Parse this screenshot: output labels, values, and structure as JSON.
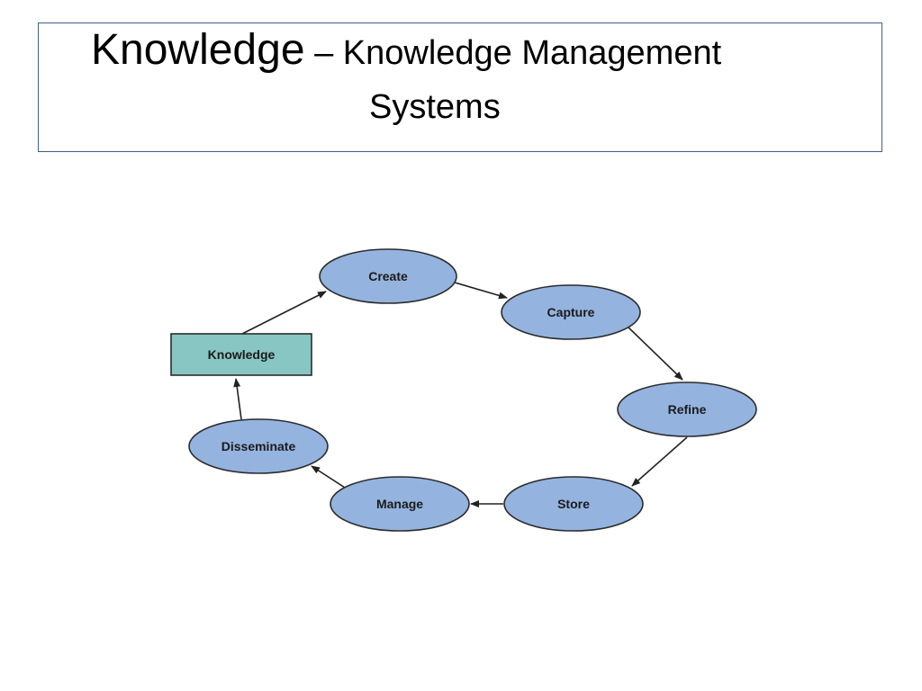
{
  "title": {
    "main": "Knowledge",
    "dash": " – ",
    "sub_line1": "Knowledge Management",
    "sub_line2": "Systems"
  },
  "colors": {
    "ellipse_fill": "#94b3df",
    "ellipse_stroke": "#2b2b2b",
    "box_fill": "#88c6c3",
    "arrow": "#222222",
    "title_border": "#3f5f86"
  },
  "diagram": {
    "nodes": [
      {
        "id": "knowledge",
        "label": "Knowledge",
        "shape": "rect"
      },
      {
        "id": "create",
        "label": "Create",
        "shape": "ellipse"
      },
      {
        "id": "capture",
        "label": "Capture",
        "shape": "ellipse"
      },
      {
        "id": "refine",
        "label": "Refine",
        "shape": "ellipse"
      },
      {
        "id": "store",
        "label": "Store",
        "shape": "ellipse"
      },
      {
        "id": "manage",
        "label": "Manage",
        "shape": "ellipse"
      },
      {
        "id": "disseminate",
        "label": "Disseminate",
        "shape": "ellipse"
      }
    ],
    "edges": [
      {
        "from": "knowledge",
        "to": "create"
      },
      {
        "from": "create",
        "to": "capture"
      },
      {
        "from": "capture",
        "to": "refine"
      },
      {
        "from": "refine",
        "to": "store"
      },
      {
        "from": "store",
        "to": "manage"
      },
      {
        "from": "manage",
        "to": "disseminate"
      },
      {
        "from": "disseminate",
        "to": "knowledge"
      }
    ]
  }
}
